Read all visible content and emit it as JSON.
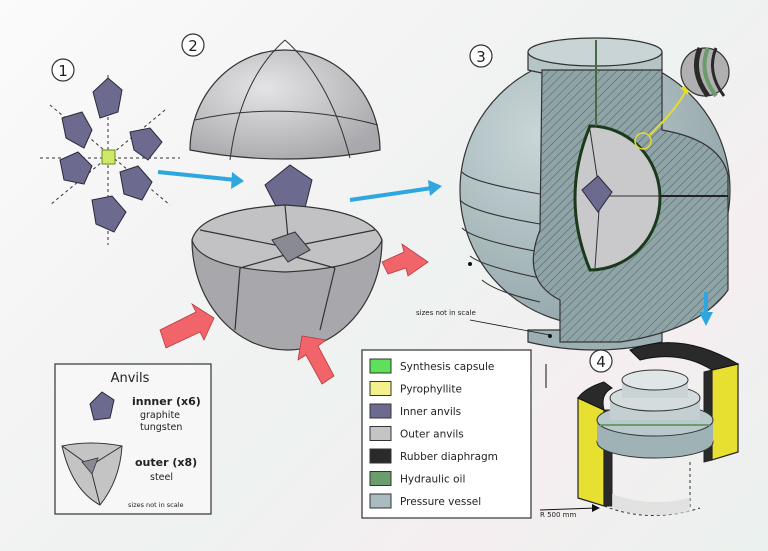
{
  "steps": [
    "1",
    "2",
    "3",
    "4"
  ],
  "anvils_box": {
    "title": "Anvils",
    "inner_label": "innner (x6)",
    "inner_material_1": "graphite",
    "inner_material_2": "tungsten",
    "outer_label": "outer (x8)",
    "outer_material": "steel",
    "note": "sizes not in scale"
  },
  "note_center": "sizes not in scale",
  "scale_label": "R 500 mm",
  "legend": [
    {
      "label": "Synthesis capsule",
      "color": "#5fe05a"
    },
    {
      "label": "Pyrophyllite",
      "color": "#f4f08c"
    },
    {
      "label": "Inner anvils",
      "color": "#6c6a8e"
    },
    {
      "label": "Outer anvils",
      "color": "#c4c4c4"
    },
    {
      "label": "Rubber diaphragm",
      "color": "#2a2a2a"
    },
    {
      "label": "Hydraulic oil",
      "color": "#6b9c6b"
    },
    {
      "label": "Pressure vessel",
      "color": "#aabcc0"
    }
  ],
  "colors": {
    "arrow_blue": "#2ea6e0",
    "arrow_red": "#f0646a",
    "inner_anvil": "#6c6a8e",
    "outer_anvil": "#c4c4c4",
    "vessel": "#aabcc0",
    "yellow": "#e8e030"
  }
}
